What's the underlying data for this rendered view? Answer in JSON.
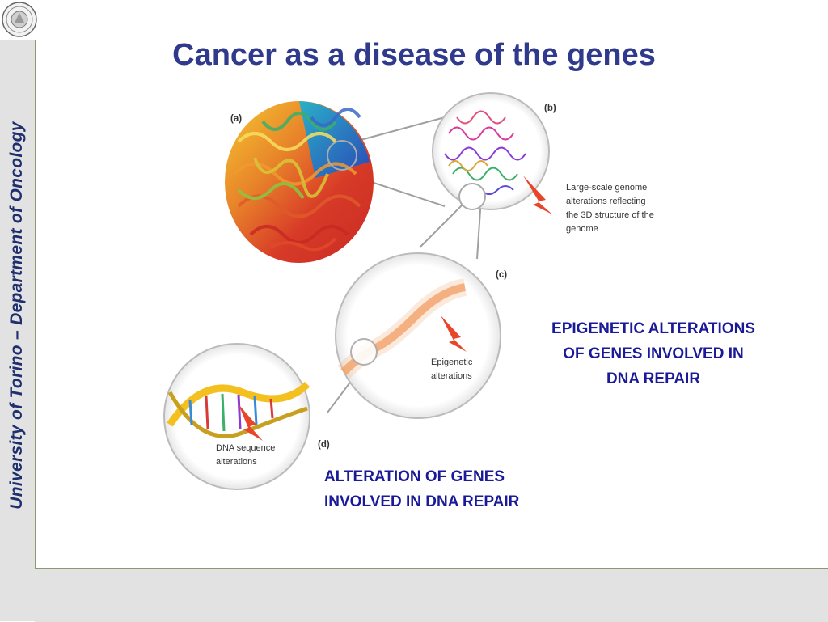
{
  "sidebar": {
    "vertical_label": "University of Torino – Department of Oncology"
  },
  "slide": {
    "title": "Cancer as a disease of the genes"
  },
  "figure": {
    "panel_a": "(a)",
    "panel_b": "(b)",
    "panel_c": "(c)",
    "panel_d": "(d)",
    "genome_note": [
      "Large-scale genome",
      "alterations reflecting",
      "the 3D structure of the",
      "genome"
    ],
    "epigenetic_note": [
      "Epigenetic",
      "alterations"
    ],
    "dna_note": [
      "DNA sequence",
      "alterations"
    ]
  },
  "captions": {
    "epigenetic": [
      "EPIGENETIC ALTERATIONS",
      "OF GENES INVOLVED IN",
      "DNA REPAIR"
    ],
    "alteration": [
      "ALTERATION OF GENES",
      "INVOLVED IN DNA REPAIR"
    ]
  },
  "colors": {
    "title": "#2f3a8c",
    "caption": "#1a1a99",
    "sidebar_text": "#1f2f6e",
    "arrow": "#e8452a"
  },
  "icons": {
    "logo": "university-seal-icon",
    "arrow": "lightning-arrow-icon"
  }
}
